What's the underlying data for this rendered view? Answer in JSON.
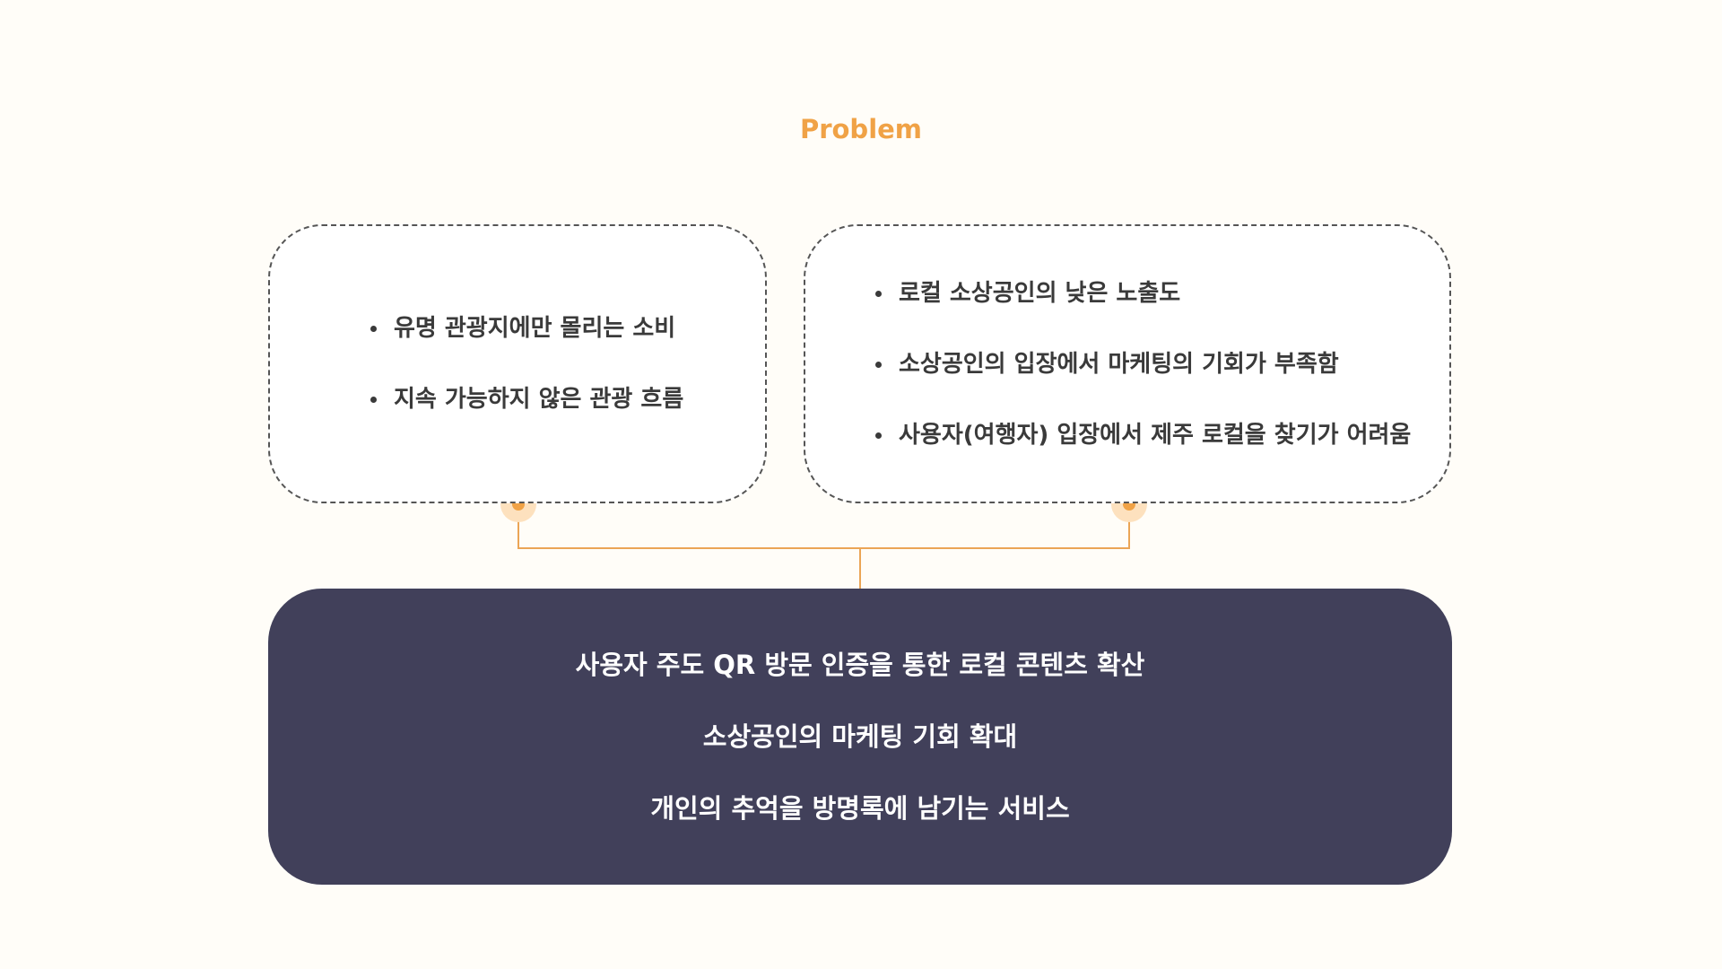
{
  "title": "Problem",
  "problems_left": [
    "유명 관광지에만 몰리는 소비",
    "지속 가능하지 않은 관광 흐름"
  ],
  "problems_right": [
    "로컬 소상공인의 낮은 노출도",
    "소상공인의 입장에서 마케팅의 기회가 부족함",
    "사용자(여행자) 입장에서 제주 로컬을 찾기가 어려움"
  ],
  "solution": [
    "사용자 주도 QR 방문 인증을 통한 로컬 콘텐츠 확산",
    "소상공인의 마케팅 기회 확대",
    "개인의 추억을 방명록에 남기는 서비스"
  ],
  "colors": {
    "accent": "#f0a246",
    "accent_light": "#fde1be",
    "solution_bg": "#41405a",
    "background": "#fffdf8"
  }
}
